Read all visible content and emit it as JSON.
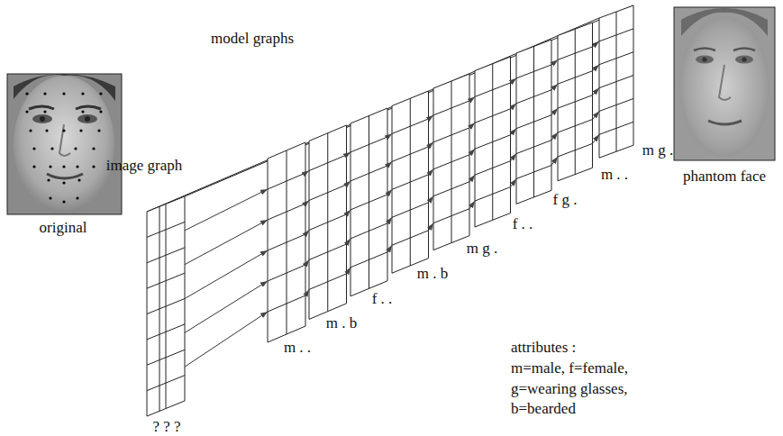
{
  "diagram": {
    "labels": [
      "model graphs",
      "image graph",
      "phantom face",
      "original",
      "m . .",
      "m . b",
      "f . .",
      "m . b",
      "m g .",
      "f . .",
      "f g .",
      "m . .",
      "m g .",
      "attributes :",
      "m=male, f=female,",
      "g=wearing glasses,",
      "b=bearded",
      "? ? ?"
    ]
  }
}
